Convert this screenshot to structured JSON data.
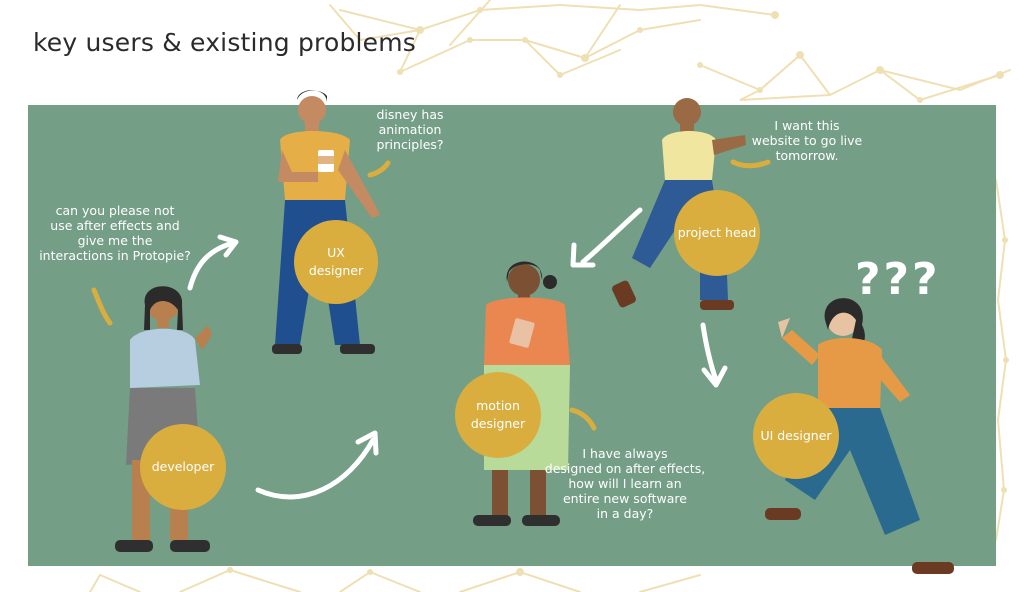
{
  "title": "key users & existing problems",
  "colors": {
    "panel": "#749e86",
    "badge": "#d9ae3f",
    "background_network": "#efe0b4",
    "text": "#ffffff"
  },
  "personas": [
    {
      "role": "UX designer",
      "quote": "disney has animation principles?"
    },
    {
      "role": "developer",
      "quote": "can you please not use after effects and give me the interactions in Protopie?"
    },
    {
      "role": "motion designer",
      "quote": "I have always designed on after effects, how will I learn an entire new software in a day?"
    },
    {
      "role": "project head",
      "quote": "I want this website to go live tomorrow."
    },
    {
      "role": "UI designer",
      "quote": "???"
    }
  ],
  "quote_lines": {
    "ux": [
      "disney has",
      "animation",
      "principles?"
    ],
    "dev": [
      "can you please not",
      "use after effects and",
      "give me the",
      "interactions in Protopie?"
    ],
    "motion": [
      "I have always",
      "designed on after effects,",
      "how will I learn an",
      "entire new software",
      "in a day?"
    ],
    "head": [
      "I want this",
      "website to go live",
      "tomorrow."
    ]
  },
  "badges": {
    "ux": [
      "UX",
      "designer"
    ],
    "dev": [
      "developer"
    ],
    "motion": [
      "motion",
      "designer"
    ],
    "head": [
      "project head"
    ],
    "ui": [
      "UI designer"
    ]
  },
  "confusion_marks": "???",
  "icons": [
    "curved-arrow-icon",
    "network-line-icon"
  ]
}
